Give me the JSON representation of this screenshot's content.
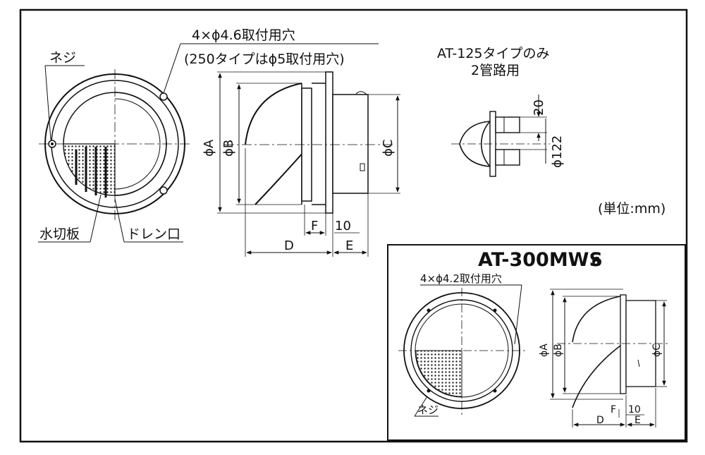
{
  "main": {
    "label_neji": "ネジ",
    "label_mounting_holes": "4×ϕ4.6取付用穴",
    "label_mounting_holes_250": "(250タイプはϕ5取付用穴)",
    "label_mizukiri": "水切板",
    "label_drain": "ドレン口",
    "dim_a": "ϕA",
    "dim_b": "ϕB",
    "dim_c": "ϕC",
    "dim_d": "D",
    "dim_e": "E",
    "dim_f": "F",
    "dim_10": "10",
    "unit_note": "(単位:mm)"
  },
  "at125": {
    "title_line1": "AT-125タイプのみ",
    "title_line2": "2管路用",
    "dim_20": "20",
    "dim_122": "ϕ122"
  },
  "inset": {
    "title": "AT-300MWS",
    "title_suffix": "6",
    "label_mounting_holes": "4×ϕ4.2取付用穴",
    "label_neji": "ネジ",
    "dim_a": "ϕA",
    "dim_b": "ϕB",
    "dim_c": "ϕC",
    "dim_d": "D",
    "dim_e": "E",
    "dim_f": "F",
    "dim_10": "10"
  }
}
